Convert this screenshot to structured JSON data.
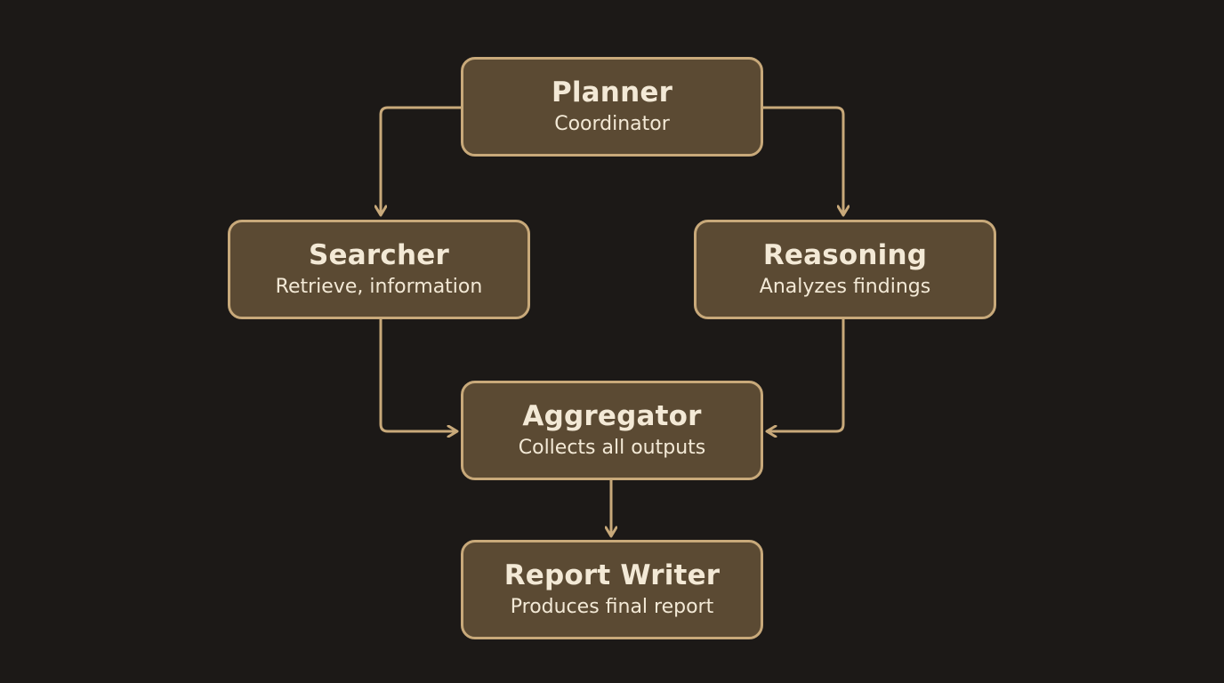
{
  "colors": {
    "background": "#1c1917",
    "node_fill": "#5b4a33",
    "node_border": "#c8a97a",
    "text": "#f3e9d6",
    "connector": "#c8a97a"
  },
  "nodes": {
    "planner": {
      "title": "Planner",
      "subtitle": "Coordinator"
    },
    "searcher": {
      "title": "Searcher",
      "subtitle": "Retrieve, information"
    },
    "reasoning": {
      "title": "Reasoning",
      "subtitle": "Analyzes findings"
    },
    "aggregator": {
      "title": "Aggregator",
      "subtitle": "Collects all outputs"
    },
    "report_writer": {
      "title": "Report Writer",
      "subtitle": "Produces final report"
    }
  },
  "edges": [
    {
      "from": "planner",
      "to": "searcher"
    },
    {
      "from": "planner",
      "to": "reasoning"
    },
    {
      "from": "searcher",
      "to": "aggregator"
    },
    {
      "from": "reasoning",
      "to": "aggregator"
    },
    {
      "from": "aggregator",
      "to": "report_writer"
    }
  ]
}
